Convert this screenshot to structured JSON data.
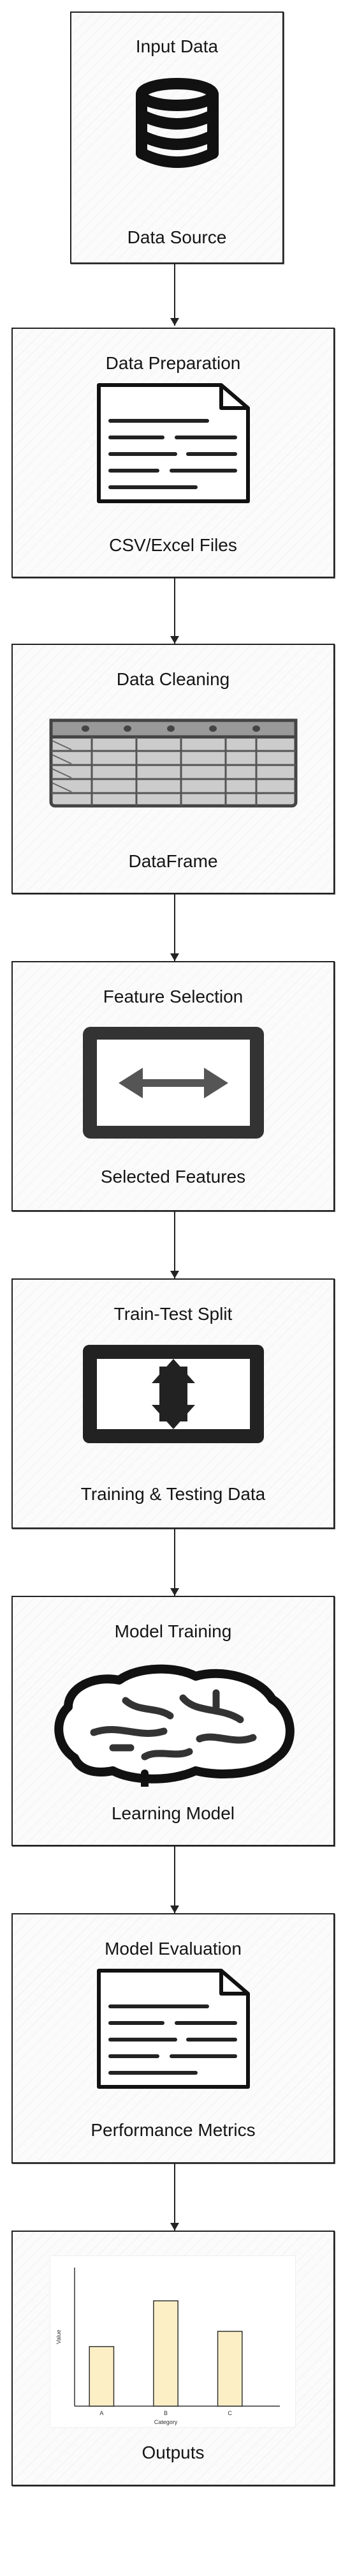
{
  "steps": [
    {
      "title": "Input Data",
      "label": "Data Source",
      "icon": "database-icon"
    },
    {
      "title": "Data Preparation",
      "label": "CSV/Excel Files",
      "icon": "document-icon"
    },
    {
      "title": "Data Cleaning",
      "label": "DataFrame",
      "icon": "table-icon"
    },
    {
      "title": "Feature Selection",
      "label": "Selected Features",
      "icon": "horizontal-arrows-icon"
    },
    {
      "title": "Train-Test Split",
      "label": "Training & Testing Data",
      "icon": "vertical-arrows-icon"
    },
    {
      "title": "Model Training",
      "label": "Learning Model",
      "icon": "brain-icon"
    },
    {
      "title": "Model Evaluation",
      "label": "Performance Metrics",
      "icon": "document-icon"
    },
    {
      "title": "",
      "label": "Outputs",
      "icon": "bar-chart-icon"
    }
  ],
  "chart_data": {
    "type": "bar",
    "categories": [
      "A",
      "B",
      "C"
    ],
    "values": [
      4.3,
      7.6,
      5.4
    ],
    "xlabel": "Category",
    "ylabel": "Value",
    "ylim": [
      0,
      10
    ],
    "bar_color": "#fcefc6",
    "bar_edge": "#333333"
  }
}
